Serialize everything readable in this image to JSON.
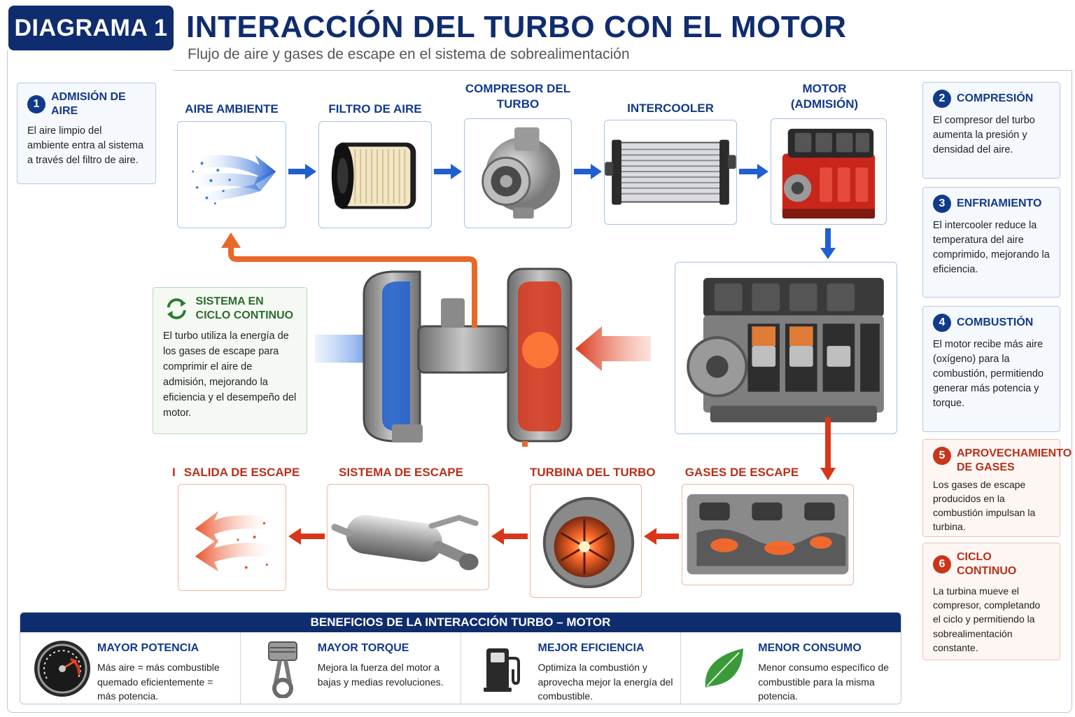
{
  "header": {
    "badge": "DIAGRAMA 1",
    "title": "INTERACCIÓN DEL TURBO CON EL MOTOR",
    "subtitle": "Flujo de aire y gases de escape en el sistema de sobrealimentación"
  },
  "left_card": {
    "number": "1",
    "label": "ADMISIÓN DE AIRE",
    "text": "El aire limpio del ambiente entra al sistema a través del filtro de aire."
  },
  "cycle_card": {
    "label": "SISTEMA EN CICLO CONTINUO",
    "text": "El turbo utiliza la energía de los gases de escape para comprimir el aire de admisión, mejorando la eficiencia y el desempeño del motor."
  },
  "top_steps": [
    {
      "label": "AIRE AMBIENTE",
      "icon": "air-flow-icon"
    },
    {
      "label": "FILTRO DE AIRE",
      "icon": "air-filter-icon"
    },
    {
      "label": "COMPRESOR DEL TURBO",
      "icon": "compressor-icon"
    },
    {
      "label": "INTERCOOLER",
      "icon": "intercooler-icon"
    },
    {
      "label": "MOTOR (ADMISIÓN)",
      "icon": "engine-icon"
    }
  ],
  "bottom_steps": [
    {
      "label": "SALIDA DE ESCAPE",
      "icon": "exhaust-out-icon"
    },
    {
      "label": "SISTEMA DE ESCAPE",
      "icon": "muffler-icon"
    },
    {
      "label": "TURBINA DEL TURBO",
      "icon": "turbine-icon"
    },
    {
      "label": "GASES DE ESCAPE",
      "icon": "exhaust-manifold-icon"
    }
  ],
  "right_cards": [
    {
      "number": "2",
      "label": "COMPRESIÓN",
      "text": "El compresor del turbo aumenta la presión y densidad del aire."
    },
    {
      "number": "3",
      "label": "ENFRIAMIENTO",
      "text": "El intercooler reduce la temperatura del aire comprimido, mejorando la eficiencia."
    },
    {
      "number": "4",
      "label": "COMBUSTIÓN",
      "text": "El motor recibe más aire (oxígeno) para la combustión, permitiendo generar más potencia y torque."
    },
    {
      "number": "5",
      "label": "APROVECHAMIENTO DE GASES",
      "text": "Los gases de escape producidos en la combustión impulsan la turbina."
    },
    {
      "number": "6",
      "label": "CICLO CONTINUO",
      "text": "La turbina mueve el compresor, completando el ciclo y permitiendo la sobrealimentación constante."
    }
  ],
  "benefits": {
    "title": "BENEFICIOS DE LA INTERACCIÓN TURBO – MOTOR",
    "items": [
      {
        "label": "MAYOR POTENCIA",
        "text": "Más aire = más combustible quemado eficientemente = más potencia.",
        "icon": "gauge-icon"
      },
      {
        "label": "MAYOR TORQUE",
        "text": "Mejora la fuerza del motor a bajas y medias revoluciones.",
        "icon": "piston-icon"
      },
      {
        "label": "MEJOR EFICIENCIA",
        "text": "Optimiza la combustión y aprovecha mejor la energía del combustible.",
        "icon": "fuel-pump-icon"
      },
      {
        "label": "MENOR CONSUMO",
        "text": "Menor consumo específico de combustible para la misma potencia.",
        "icon": "leaf-icon"
      }
    ]
  },
  "colors": {
    "navy": "#0f2d6e",
    "blue_flow": "#1f5fd0",
    "red_flow": "#d8361a",
    "orange_flow": "#e8682a"
  }
}
